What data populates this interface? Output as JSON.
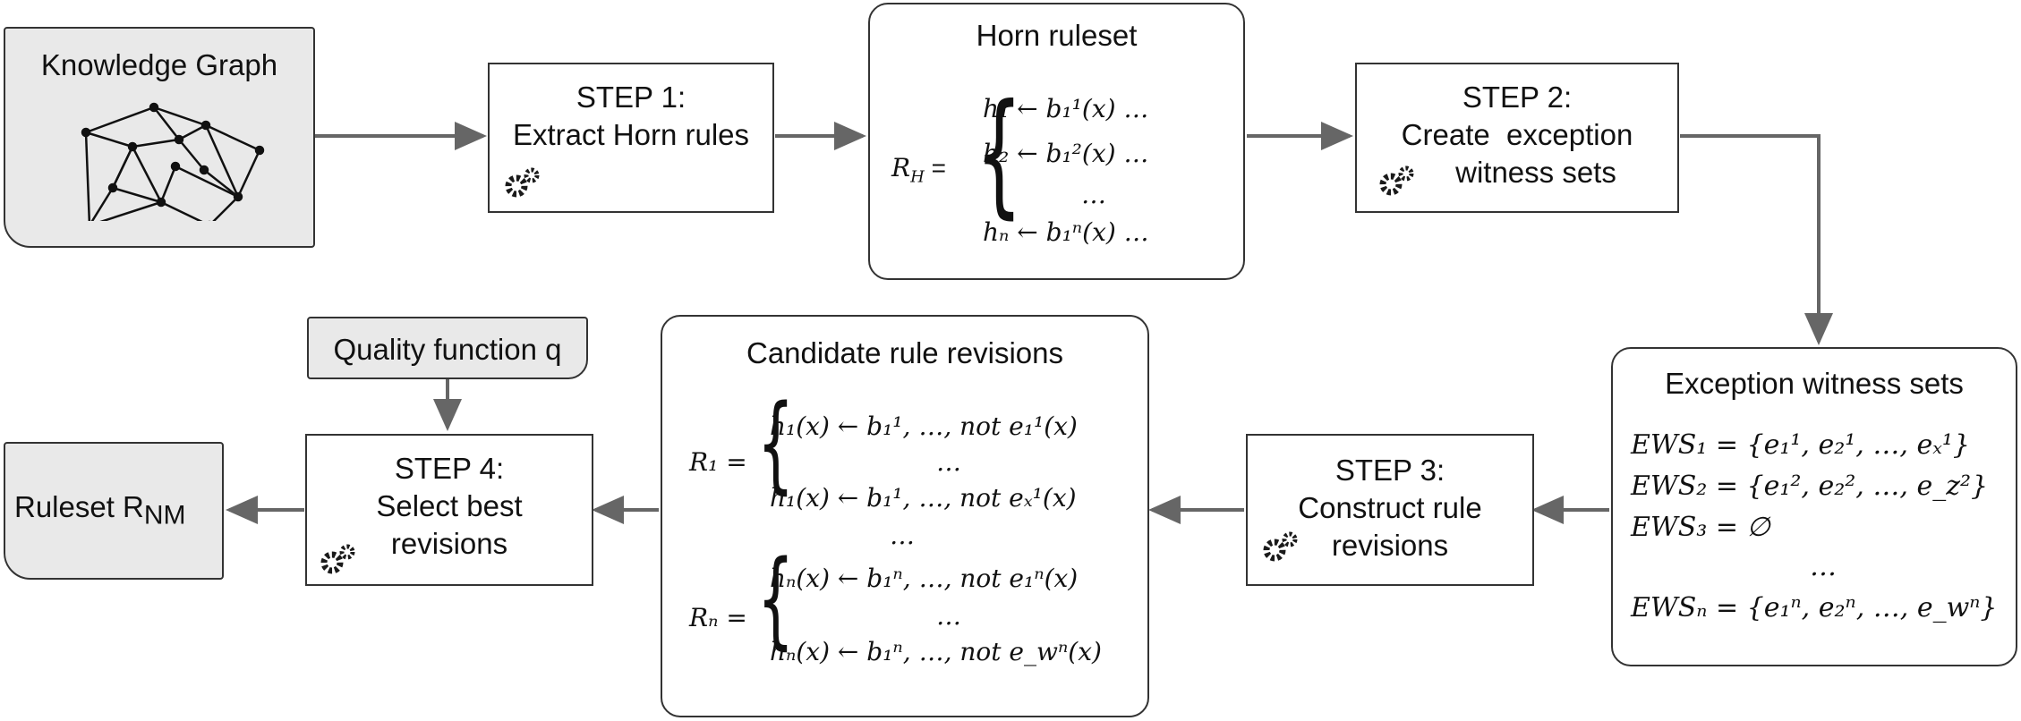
{
  "knowledge_graph": {
    "title": "Knowledge Graph"
  },
  "step1": {
    "line1": "STEP 1:",
    "line2": "Extract Horn rules"
  },
  "horn": {
    "title": "Horn ruleset",
    "lhs": "R",
    "lhs_sub": "H",
    "rules": [
      "h₁ ← b₁¹(x) …",
      "h₂ ← b₁²(x) …",
      "…",
      "hₙ ← b₁ⁿ(x) …"
    ]
  },
  "step2": {
    "line1": "STEP 2:",
    "line2": "Create  exception",
    "line3": "witness sets"
  },
  "ews": {
    "title": "Exception witness sets",
    "rows": [
      "EWS₁ = {e₁¹, e₂¹, …, eₓ¹}",
      "EWS₂ = {e₁², e₂², …, e_z²}",
      "EWS₃ = ∅",
      "…",
      "EWSₙ = {e₁ⁿ, e₂ⁿ, …, e_wⁿ}"
    ]
  },
  "step3": {
    "line1": "STEP 3:",
    "line2": "Construct rule",
    "line3": "revisions"
  },
  "candidates": {
    "title": "Candidate rule revisions",
    "r1_label": "R₁ =",
    "r1_rows": [
      "h₁(x) ← b₁¹, …, not e₁¹(x)",
      "…",
      "h₁(x) ← b₁¹, …, not eₓ¹(x)"
    ],
    "middle_ellipsis": "…",
    "rn_label": "Rₙ =",
    "rn_rows": [
      "hₙ(x) ← b₁ⁿ, …, not e₁ⁿ(x)",
      "…",
      "hₙ(x) ← b₁ⁿ, …, not e_wⁿ(x)"
    ]
  },
  "step4": {
    "line1": "STEP 4:",
    "line2": "Select best",
    "line3": "revisions"
  },
  "quality": {
    "label": "Quality function q"
  },
  "ruleset": {
    "label": "Ruleset R",
    "sub": "NM"
  },
  "colors": {
    "border": "#333333",
    "arrow": "#666666",
    "grey_fill": "#e9e9e9",
    "gear": "#1a1a1a"
  }
}
